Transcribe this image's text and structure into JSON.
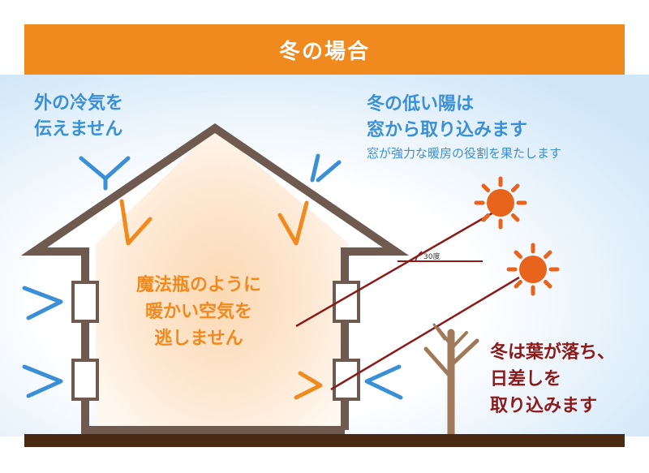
{
  "title": "冬の場合",
  "outside_note": {
    "line1": "外の冷気を",
    "line2": "伝えません"
  },
  "sun_note": {
    "line1": "冬の低い陽は",
    "line2": "窓から取り込みます",
    "sub": "窓が強力な暖房の役割を果たします"
  },
  "inside_note": {
    "line1": "魔法瓶のように",
    "line2": "暖かい空気を",
    "line3": "逃しません"
  },
  "tree_note": {
    "line1": "冬は葉が落ち、",
    "line2": "日差しを",
    "line3": "取り込みます"
  },
  "angle_label": "30度",
  "colors": {
    "banner": "#f08a1e",
    "blue_text": "#3a8fd6",
    "warm": "#f08a1e",
    "dark_red": "#8b1a1a",
    "house_outline": "#6e5a4e",
    "ground": "#4a2a14"
  }
}
